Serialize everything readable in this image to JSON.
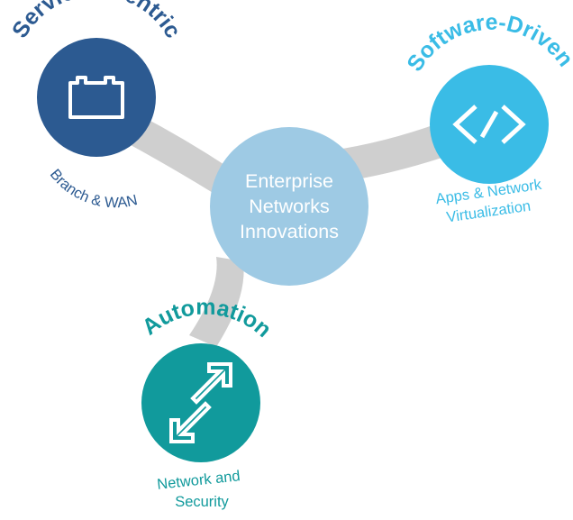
{
  "center": {
    "lines": [
      "Enterprise",
      "Networks",
      "Innovations"
    ]
  },
  "nodes": [
    {
      "id": "services",
      "title": "Services-Centric",
      "subtitle_lines": [
        "Branch & WAN"
      ],
      "icon": "battery-icon",
      "color": "#2C5A91"
    },
    {
      "id": "software",
      "title": "Software-Driven",
      "subtitle_lines": [
        "Apps & Network",
        "Virtualization"
      ],
      "icon": "code-brackets-icon",
      "color": "#3ABCE6"
    },
    {
      "id": "automation",
      "title": "Automation",
      "subtitle_lines": [
        "Network and",
        "Security"
      ],
      "icon": "expand-arrows-icon",
      "color": "#119A9C"
    }
  ],
  "colors": {
    "center_fill": "#9ECAE4",
    "connector": "#CFCFCF"
  }
}
